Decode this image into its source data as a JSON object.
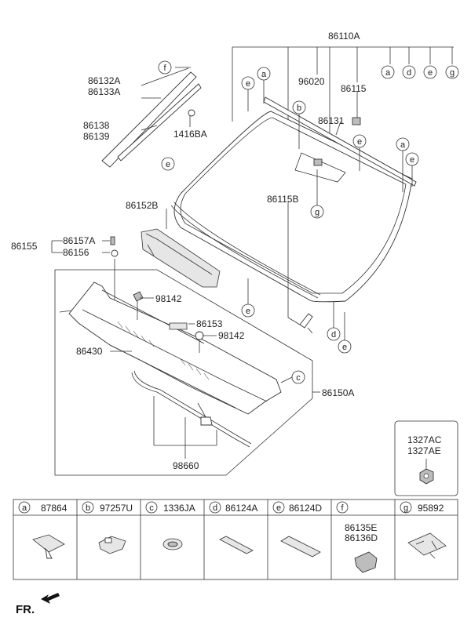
{
  "labels": {
    "l86110A": "86110A",
    "l86132A": "86132A",
    "l86133A": "86133A",
    "l96020": "96020",
    "l86115": "86115",
    "l86138": "86138",
    "l86139": "86139",
    "l1416BA": "1416BA",
    "l86131": "86131",
    "l86152B": "86152B",
    "l86115B": "86115B",
    "l86157A": "86157A",
    "l86155": "86155",
    "l86156": "86156",
    "l98142a": "98142",
    "l86153": "86153",
    "l98142b": "98142",
    "l86430": "86430",
    "l86150A": "86150A",
    "l98660": "98660",
    "l1327AC": "1327AC",
    "l1327AE": "1327AE",
    "fr": "FR."
  },
  "callouts": {
    "a": "a",
    "b": "b",
    "c": "c",
    "d": "d",
    "e": "e",
    "f": "f",
    "g": "g"
  },
  "legend": [
    {
      "key": "a",
      "part": "87864"
    },
    {
      "key": "b",
      "part": "97257U"
    },
    {
      "key": "c",
      "part": "1336JA"
    },
    {
      "key": "d",
      "part": "86124A"
    },
    {
      "key": "e",
      "part": "86124D"
    },
    {
      "key": "f",
      "part": ""
    },
    {
      "key": "g",
      "part": "95892"
    }
  ],
  "legend_f_parts": [
    "86135E",
    "86136D"
  ]
}
